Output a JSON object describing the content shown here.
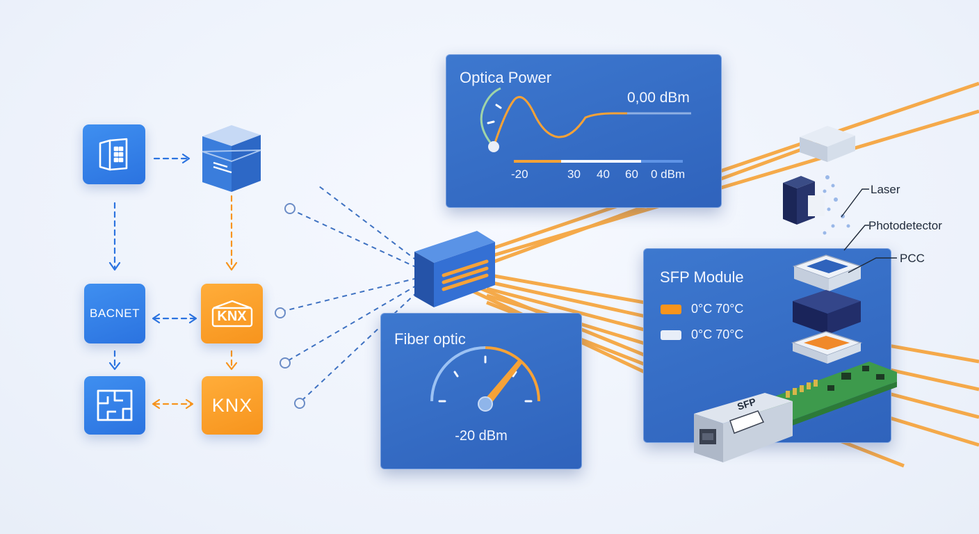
{
  "tiles": {
    "bacnet_label": "BACNET",
    "knx_logo_text": "KNX",
    "knx_label": "KNX"
  },
  "optical_power": {
    "title": "Optica Power",
    "value": "0,00 dBm",
    "scale": [
      "-20",
      "30",
      "40",
      "60",
      "0 dBm"
    ]
  },
  "fiber_optic": {
    "title": "Fiber optic",
    "value": "-20 dBm"
  },
  "sfp_module": {
    "title": "SFP Module",
    "legend": [
      {
        "label": "0°C  70°C",
        "color": "#f7941d"
      },
      {
        "label": "0°C  70°C",
        "color": "#e8eef8"
      }
    ],
    "module_label": "SFP"
  },
  "callouts": {
    "laser": "Laser",
    "photodetector": "Photodetector",
    "pcc": "PCC"
  },
  "colors": {
    "accent_blue": "#2b73e0",
    "accent_orange": "#f7941d",
    "panel_blue": "#3568c2"
  }
}
